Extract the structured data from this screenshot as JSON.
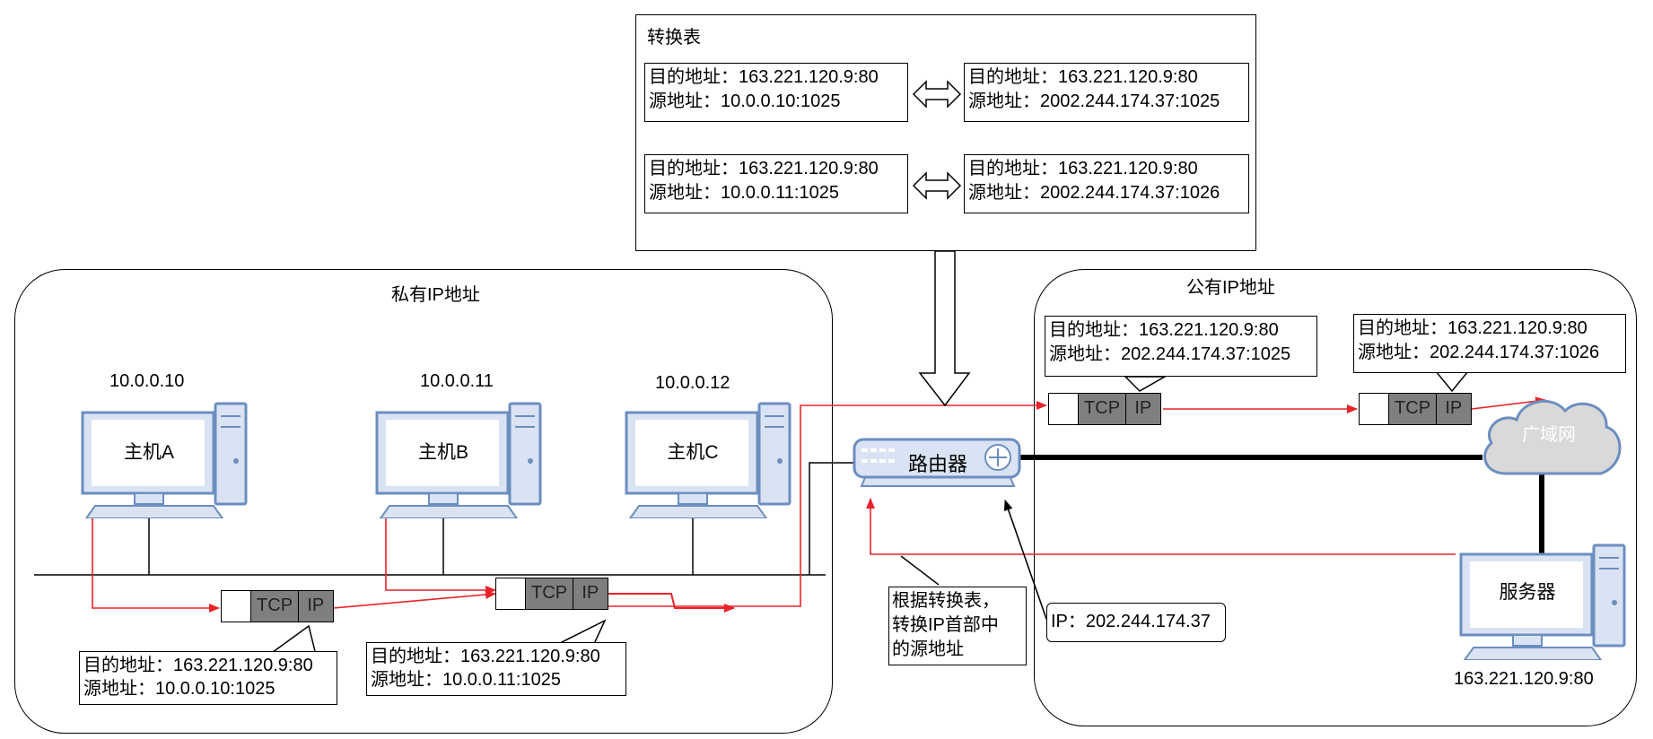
{
  "nat_table": {
    "title": "转换表",
    "rows": [
      {
        "left_dst": "目的地址：163.221.120.9:80",
        "left_src": "源地址：10.0.0.10:1025",
        "right_dst": "目的地址：163.221.120.9:80",
        "right_src": "源地址：2002.244.174.37:1025"
      },
      {
        "left_dst": "目的地址：163.221.120.9:80",
        "left_src": "源地址：10.0.0.11:1025",
        "right_dst": "目的地址：163.221.120.9:80",
        "right_src": "源地址：2002.244.174.37:1026"
      }
    ]
  },
  "private_region": {
    "title": "私有IP地址",
    "hosts": [
      {
        "ip": "10.0.0.10",
        "name": "主机A"
      },
      {
        "ip": "10.0.0.11",
        "name": "主机B"
      },
      {
        "ip": "10.0.0.12",
        "name": "主机C"
      }
    ],
    "packets": [
      {
        "tcp": "TCP",
        "ip": "IP",
        "dst": "目的地址：163.221.120.9:80",
        "src": "源地址：10.0.0.10:1025"
      },
      {
        "tcp": "TCP",
        "ip": "IP",
        "dst": "目的地址：163.221.120.9:80",
        "src": "源地址：10.0.0.11:1025"
      }
    ]
  },
  "router": {
    "name": "路由器",
    "note": [
      "根据转换表，",
      "转换IP首部中",
      "的源地址"
    ],
    "ip_label": "IP：202.244.174.37"
  },
  "public_region": {
    "title": "公有IP地址",
    "packets": [
      {
        "tcp": "TCP",
        "ip": "IP",
        "dst": "目的地址：163.221.120.9:80",
        "src": "源地址：202.244.174.37:1025"
      },
      {
        "tcp": "TCP",
        "ip": "IP",
        "dst": "目的地址：163.221.120.9:80",
        "src": "源地址：202.244.174.37:1026"
      }
    ],
    "wan": "广域网",
    "server": {
      "name": "服务器",
      "ip": "163.221.120.9:80"
    }
  },
  "colors": {
    "pc_fill": "#dae3f3",
    "pc_stroke": "#6c8ebf",
    "cloud_fill": "#d9d9d9",
    "cloud_stroke": "#6c8ebf",
    "packet_gray": "#7f7f7f",
    "flow_red": "#e8232a"
  },
  "icons": [
    "desktop-computer-icon",
    "router-icon",
    "cloud-icon"
  ]
}
